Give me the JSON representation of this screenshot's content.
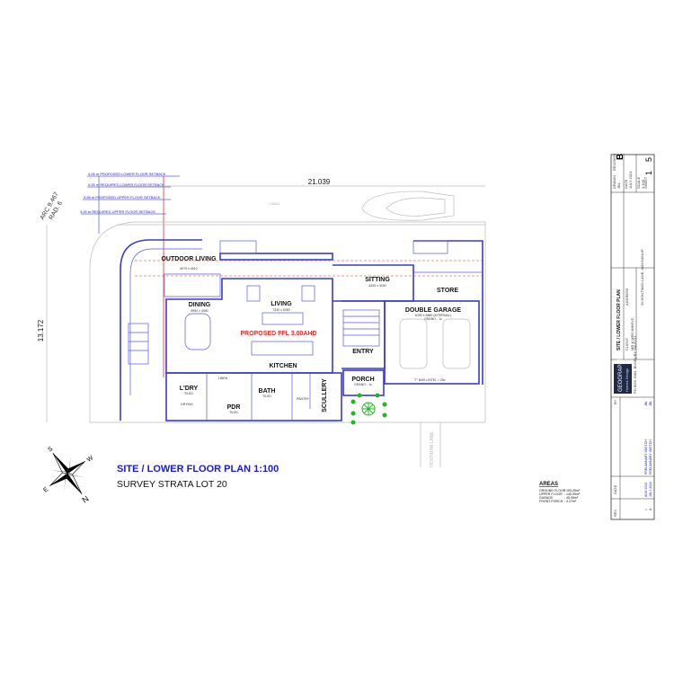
{
  "plan": {
    "title": "SITE / LOWER FLOOR PLAN 1:100",
    "subtitle": "SURVEY STRATA LOT 20",
    "overall_width": "21.039",
    "overall_depth": "13.172",
    "arc": "ARC 9.467",
    "radius": "RAD. 6",
    "ffl": "PROPOSED FFL 3.00AHD",
    "setbacks": [
      "4.05 m PROPOSED LOWER FLOOR SETBACK",
      "4.00 m REQUIRED LOWER FLOOR SETBACK",
      "3.55 m PROPOSED UPPER FLOOR SETBACK",
      "3.00 m REQUIRED UPPER FLOOR SETBACK"
    ],
    "canal_label": "CANAL",
    "lane_label": "HOUTMAN LANE",
    "lintel_note": "\"T\" BAR LINTEL = 28c",
    "rooms": {
      "outdoor_living": {
        "name": "OUTDOOR LIVING",
        "size": "6070 x 4510"
      },
      "dining": {
        "name": "DINING",
        "size": "5950 x 4090"
      },
      "living": {
        "name": "LIVING",
        "size": "7330 x 5050"
      },
      "kitchen": {
        "name": "KITCHEN"
      },
      "sitting": {
        "name": "SITTING",
        "size": "4330 x 3030"
      },
      "store": {
        "name": "STORE"
      },
      "garage": {
        "name": "DOUBLE GARAGE",
        "size": "6250 x 5880 (INTERNAL)",
        "floor": "GRANO - 1c"
      },
      "entry": {
        "name": "ENTRY"
      },
      "porch": {
        "name": "PORCH",
        "floor": "GRANO - 1c"
      },
      "laundry": {
        "name": "L'DRY",
        "floor": "TILED"
      },
      "pdr": {
        "name": "PDR",
        "floor": "TILED"
      },
      "bath": {
        "name": "BATH",
        "floor": "TILED"
      },
      "scullery": {
        "name": "SCULLERY"
      },
      "pantry": {
        "name": "PANTRY"
      },
      "drying": {
        "name": "DRYING"
      },
      "linen": {
        "name": "LINEN"
      }
    }
  },
  "compass": {
    "n": "N",
    "s": "S",
    "e": "E",
    "w": "W"
  },
  "areas": {
    "title": "AREAS",
    "rows": [
      {
        "label": "GROUND FLOOR",
        "value": ": 153.25m²"
      },
      {
        "label": "UPPER FLOOR",
        "value": ": 145.99m²"
      },
      {
        "label": "GARAGE",
        "value": ": 45.95m²"
      },
      {
        "label": "FRONT PORCH",
        "value": ": 3.27m²"
      }
    ]
  },
  "title_block": {
    "sheet_title": "SITE / LOWER FLOOR PLAN",
    "client_label": "CLIENT",
    "client": "MR & MRS MIHEVC",
    "address_label": "ADDRESS",
    "address": "20 HOUTMAN LANE, WANNANUP",
    "company": "GEOGRAPHE",
    "company_sub": "Homes Design",
    "company_address": "PO BOX 2083, BUNBURY WA 6231",
    "drawn_label": "DRAWN",
    "drawn": "JBL",
    "date_label": "DATE",
    "date": "JULY 2024",
    "scale_label": "SCALE",
    "scale": "1:100",
    "revision_label": "REVISION",
    "revision": "B",
    "sheet_label": "SHEET",
    "sheet": "1",
    "sheet_of": "5",
    "rev_headers": {
      "rev": "REV",
      "date": "DATE",
      "desc": "",
      "by": "BY"
    },
    "revisions": [
      {
        "rev": "1",
        "date": "AUG 2024",
        "desc": "PRELIMINARY SKETCH",
        "by": "JBL"
      },
      {
        "rev": "A",
        "date": "JULY 2024",
        "desc": "PRELIMINARY SKETCH",
        "by": "JBL"
      }
    ]
  },
  "colors": {
    "wall": "#3a3ad0",
    "setback": "#e03030",
    "title": "#1a1ad8",
    "tree": "#1fb81f"
  }
}
